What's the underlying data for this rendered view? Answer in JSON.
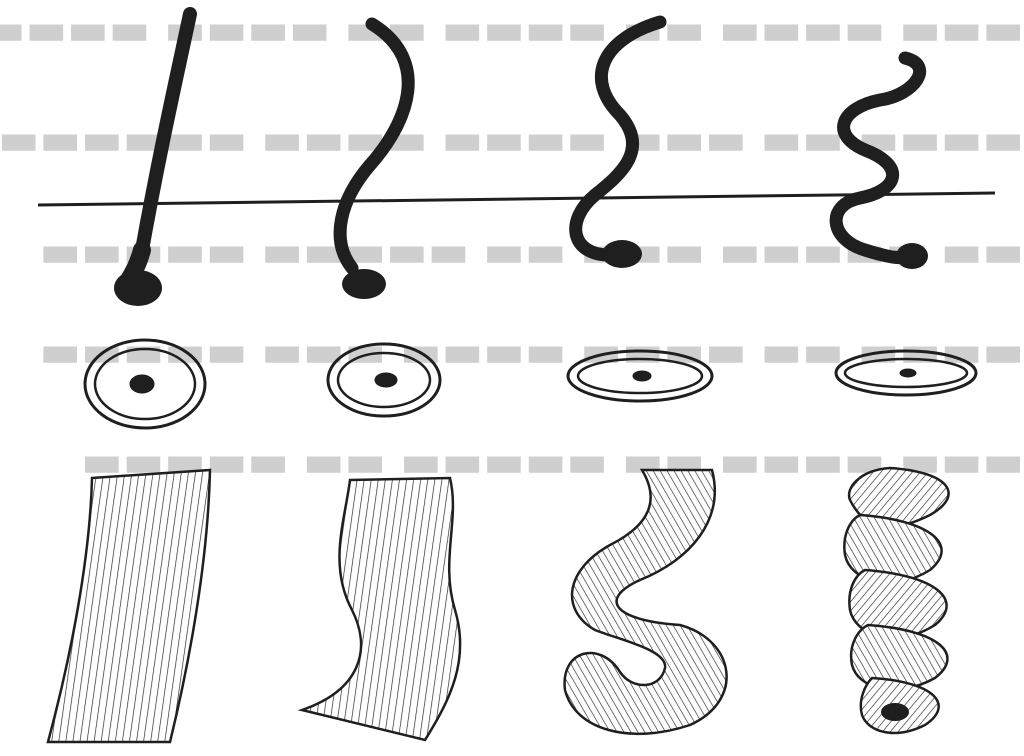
{
  "illustration": {
    "columns": [
      {
        "shape": "straight hair, round cross-section"
      },
      {
        "shape": "wavy hair, oval cross-section"
      },
      {
        "shape": "curly hair, flatter oval cross-section"
      },
      {
        "shape": "coiled hair, flat elliptical cross-section"
      }
    ]
  },
  "colors": {
    "ink": "#1f1f1f",
    "paper": "#ffffff",
    "bleed_through": "#cfcfcf"
  }
}
